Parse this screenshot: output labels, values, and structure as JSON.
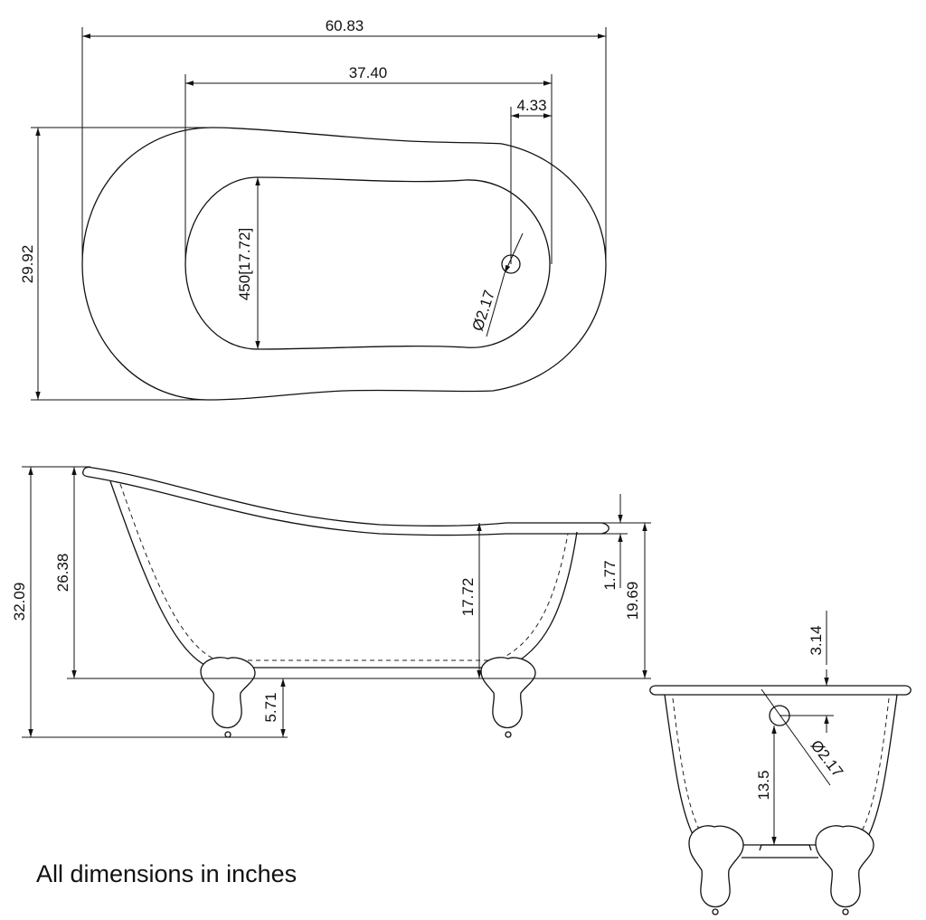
{
  "diagram": {
    "note": "All dimensions in inches",
    "top_view": {
      "overall_length": "60.83",
      "inner_length": "37.40",
      "drain_offset": "4.33",
      "overall_width": "29.92",
      "inner_width": "450[17.72]",
      "drain_diameter": "Ø2.17"
    },
    "side_view": {
      "overall_height": "32.09",
      "back_height": "26.38",
      "inner_depth": "17.72",
      "rim_thickness": "1.77",
      "rim_height": "19.69",
      "foot_height": "5.71"
    },
    "end_view": {
      "overflow_offset": "3.14",
      "overflow_diameter": "Ø2.17",
      "overflow_height": "13.5"
    }
  }
}
